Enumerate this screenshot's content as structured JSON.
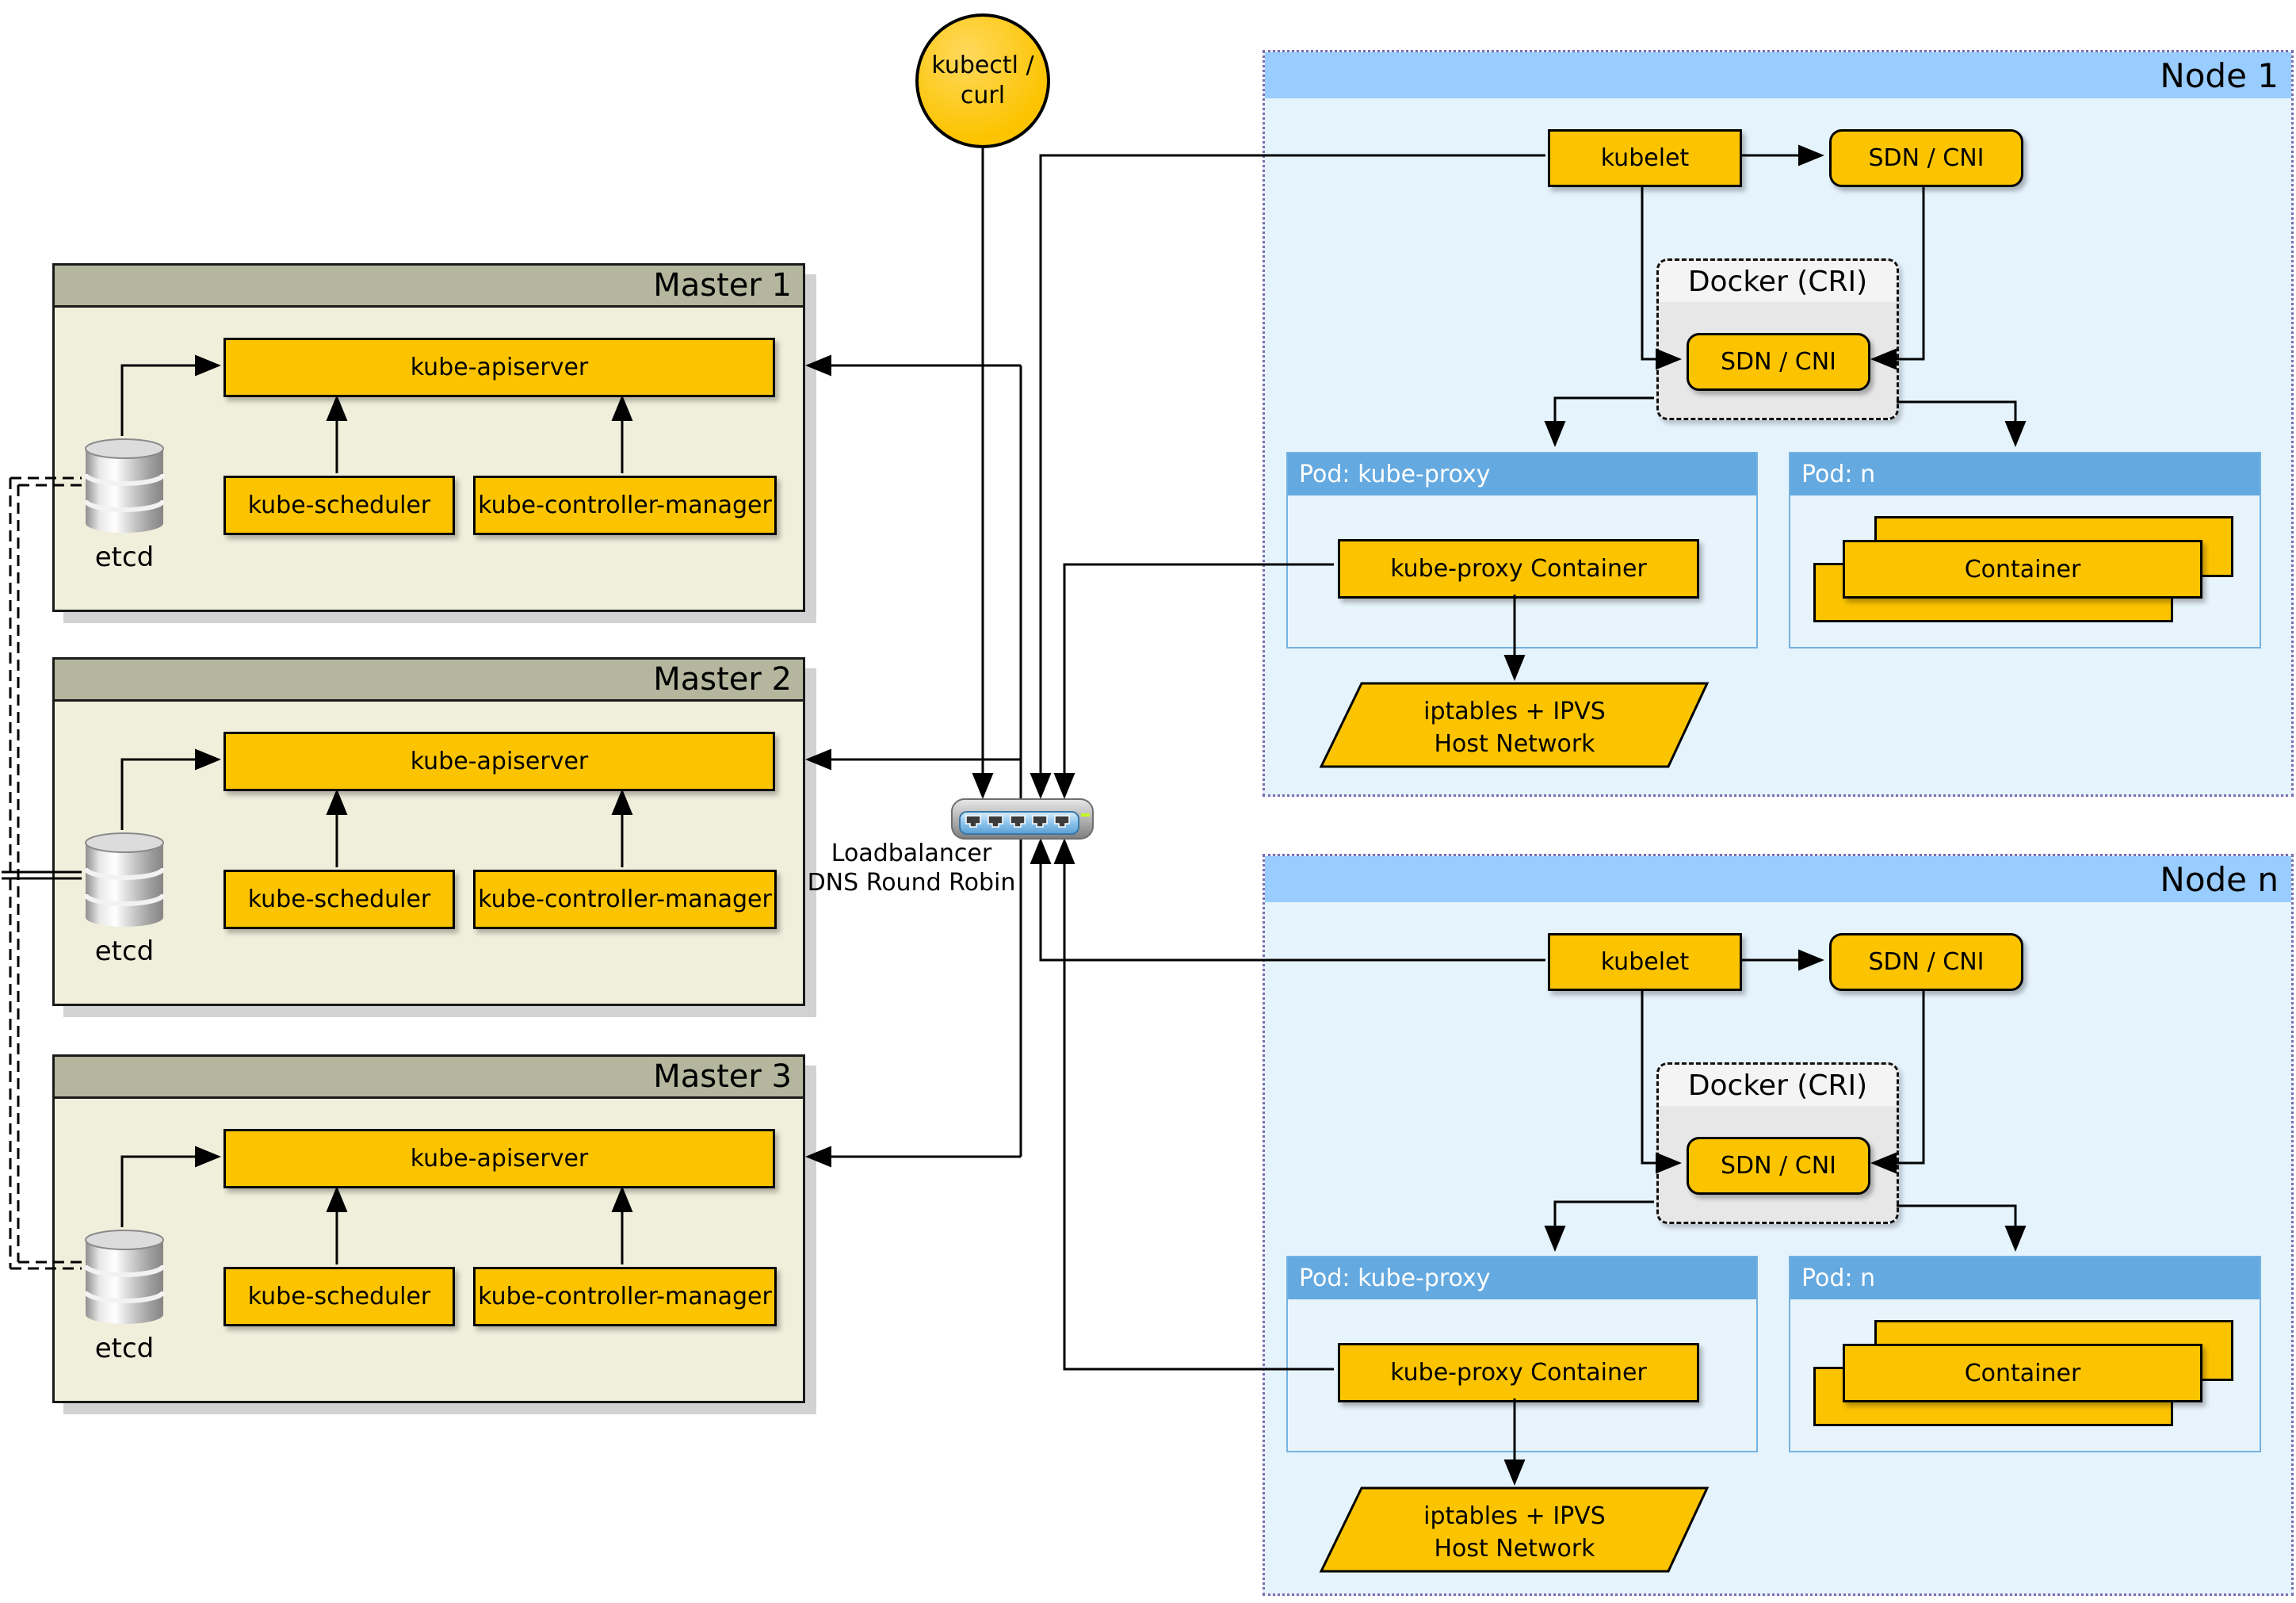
{
  "colors": {
    "accent_yellow": "#FCC400",
    "master_header": "#B4B69D",
    "master_body": "#F0EFDC",
    "node_header": "#99CCFF",
    "node_body": "#E5F3FD",
    "pod_header": "#64A9E0",
    "pod_body": "#E8F4FC",
    "docker_fill": "#ECECEC",
    "connector": "#000000",
    "led_green": "#C3F727"
  },
  "kubectl": {
    "line1": "kubectl /",
    "line2": "curl"
  },
  "loadbalancer": {
    "line1": "Loadbalancer",
    "line2": "DNS Round Robin"
  },
  "masters": [
    {
      "title": "Master 1",
      "apiserver": "kube-apiserver",
      "scheduler": "kube-scheduler",
      "controller_manager": "kube-controller-manager",
      "etcd": "etcd"
    },
    {
      "title": "Master 2",
      "apiserver": "kube-apiserver",
      "scheduler": "kube-scheduler",
      "controller_manager": "kube-controller-manager",
      "etcd": "etcd"
    },
    {
      "title": "Master 3",
      "apiserver": "kube-apiserver",
      "scheduler": "kube-scheduler",
      "controller_manager": "kube-controller-manager",
      "etcd": "etcd"
    }
  ],
  "nodes": [
    {
      "title": "Node 1",
      "kubelet": "kubelet",
      "sdn_cni": "SDN / CNI",
      "docker": "Docker (CRI)",
      "sdn_cni_inner": "SDN / CNI",
      "pod_kube_proxy": {
        "title": "Pod: kube-proxy",
        "container": "kube-proxy Container"
      },
      "pod_n": {
        "title": "Pod: n",
        "container": "Container"
      },
      "iptables": {
        "line1": "iptables + IPVS",
        "line2": "Host Network"
      }
    },
    {
      "title": "Node n",
      "kubelet": "kubelet",
      "sdn_cni": "SDN / CNI",
      "docker": "Docker (CRI)",
      "sdn_cni_inner": "SDN / CNI",
      "pod_kube_proxy": {
        "title": "Pod: kube-proxy",
        "container": "kube-proxy Container"
      },
      "pod_n": {
        "title": "Pod: n",
        "container": "Container"
      },
      "iptables": {
        "line1": "iptables + IPVS",
        "line2": "Host Network"
      }
    }
  ]
}
